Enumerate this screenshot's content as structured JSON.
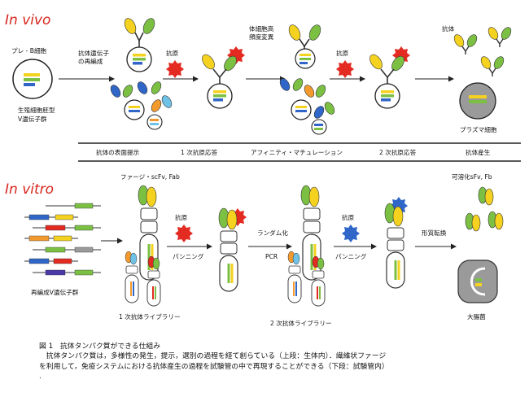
{
  "in_vivo": {
    "title": "In vivo",
    "pre_b_cell": "プレ - B細胞",
    "rearrangement": [
      "抗体遺伝子",
      "の再編成"
    ],
    "germline": [
      "生殖細胞胚型",
      "V遺伝子群"
    ],
    "antigen_1": "抗原",
    "somatic_mutation": [
      "体細胞高",
      "頻度変異"
    ],
    "antigen_2": "抗原",
    "antibody": "抗体",
    "plasma_cell": "プラズマ細胞",
    "stages": [
      "抗体の表面提示",
      "1 次抗原応答",
      "アフィニティ・マチュレーション",
      "2 次抗原応答",
      "抗体産生"
    ]
  },
  "in_vitro": {
    "title": "In vitro",
    "phage_label": "ファージ・scFv, Fab",
    "soluble_label": "可溶化sFv, Fb",
    "antigen_1": "抗原",
    "panning_1": "パンニング",
    "randomization": "ランダム化",
    "pcr": "PCR",
    "antigen_2": "抗原",
    "panning_2": "パンニング",
    "transformation": "形質転換",
    "rearranged_genes": "再編成V遺伝子群",
    "library_1": "1 次抗体ライブラリー",
    "library_2": "2 次抗体ライブラリー",
    "ecoli": "大腸菌"
  },
  "caption": {
    "line1": "図 1　抗体タンパク質ができる仕組み",
    "line2": "　抗体タンパク質は，多様性の発生，提示，選別の過程を経て創らている（上段：生体内）．繊維状ファージ",
    "line3": "を利用して，免疫システムにおける抗体産生の過程を試験管の中で再現することができる（下段：試験管内）",
    "line4": "."
  },
  "colors": {
    "green": "#7bc043",
    "yellow": "#f4d21f",
    "orange": "#f29a2e",
    "blue": "#2f66c7",
    "light_blue": "#6fc1e6",
    "red": "#e32b22",
    "purple": "#4a3aa8",
    "grey": "#9a9a9a",
    "title_red": "#d7261e"
  }
}
